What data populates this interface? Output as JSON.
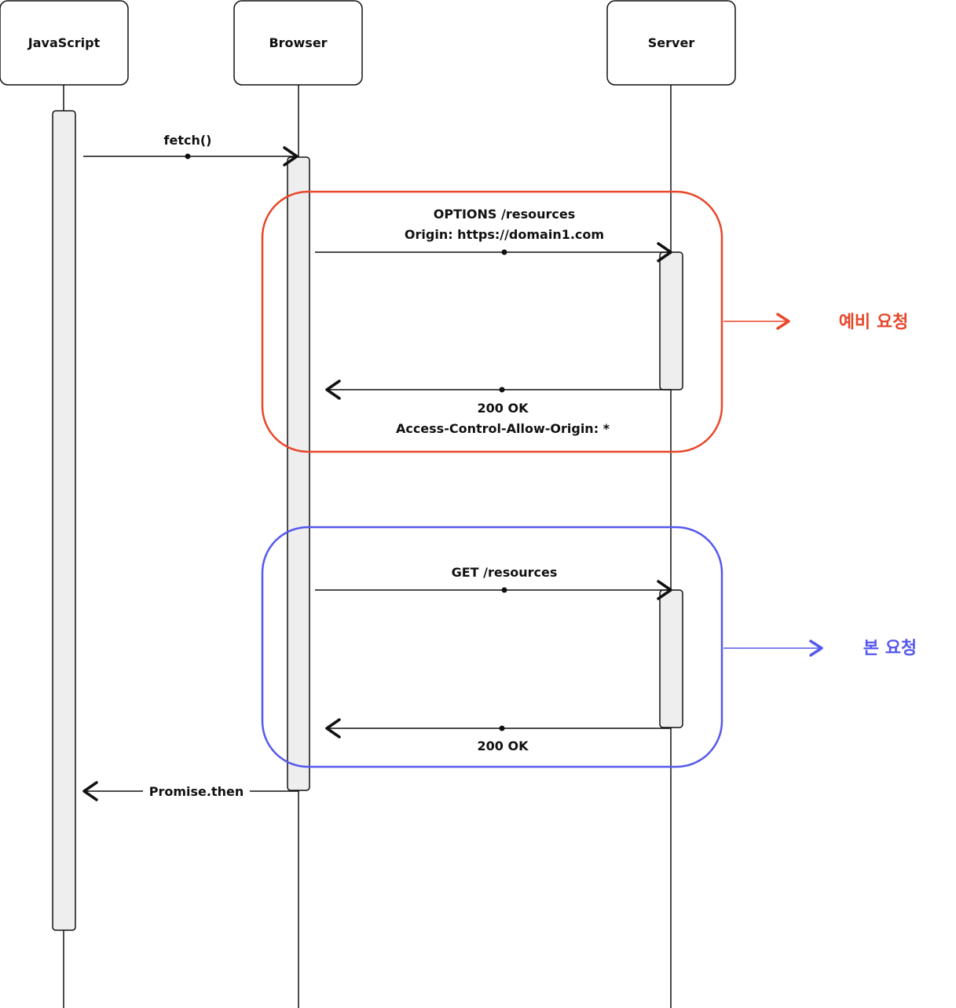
{
  "actors": {
    "javascript": "JavaScript",
    "browser": "Browser",
    "server": "Server"
  },
  "messages": {
    "fetch": "fetch()",
    "options_line1": "OPTIONS /resources",
    "options_line2": "Origin: https://domain1.com",
    "preflight_resp_line1": "200 OK",
    "preflight_resp_line2": "Access-Control-Allow-Origin: *",
    "get": "GET /resources",
    "get_resp": "200 OK",
    "promise_then": "Promise.then"
  },
  "groups": {
    "preflight": {
      "label": "예비 요청",
      "color": "#e8472b"
    },
    "main": {
      "label": "본 요청",
      "color": "#5558ee"
    }
  }
}
